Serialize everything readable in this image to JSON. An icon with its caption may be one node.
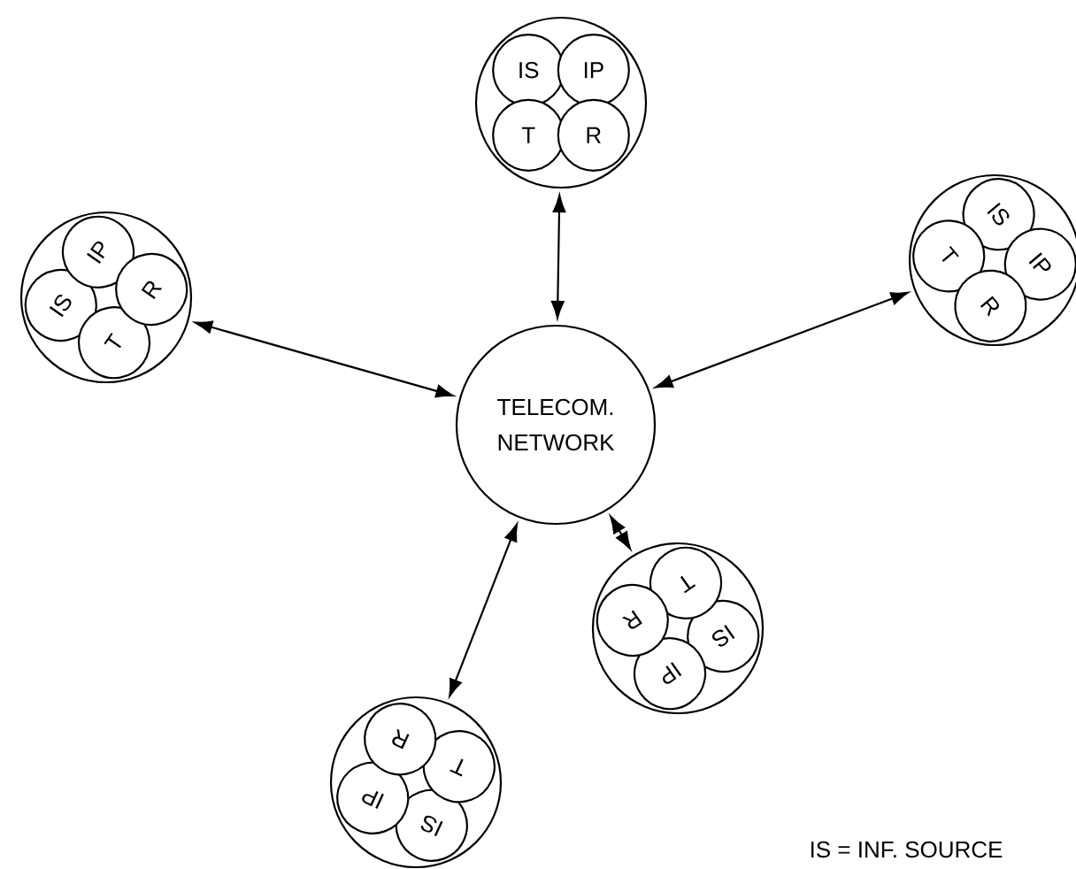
{
  "diagram": {
    "nodes": [
      {
        "text": [],
        "shape": "circle"
      },
      {
        "text": [
          "IS"
        ],
        "in": 0
      },
      {
        "text": [
          "IP"
        ],
        "in": 0
      },
      {
        "text": [
          "T"
        ],
        "in": 0
      },
      {
        "text": [
          "R"
        ],
        "in": 0
      },
      {
        "text": [],
        "shape": "circle"
      },
      {
        "text": [
          "IS"
        ],
        "in": 5
      },
      {
        "text": [
          "IP"
        ],
        "in": 5
      },
      {
        "text": [
          "T"
        ],
        "in": 5
      },
      {
        "text": [
          "R"
        ],
        "in": 5
      },
      {
        "text": [],
        "shape": "circle"
      },
      {
        "text": [
          "IS"
        ],
        "in": 10
      },
      {
        "text": [
          "IP"
        ],
        "in": 10
      },
      {
        "text": [
          "T"
        ],
        "in": 10
      },
      {
        "text": [
          "R"
        ],
        "in": 10
      },
      {
        "text": [
          "TELECOM. NETWORK"
        ]
      },
      {
        "text": [],
        "shape": "circle"
      },
      {
        "text": [
          "IS"
        ],
        "in": 16
      },
      {
        "text": [
          "IP"
        ],
        "in": 16
      },
      {
        "text": [
          "T"
        ],
        "in": 16
      },
      {
        "text": [
          "R"
        ],
        "in": 16
      },
      {
        "text": [],
        "shape": "circle"
      },
      {
        "text": [
          "IS"
        ],
        "in": 21
      },
      {
        "text": [
          "IP"
        ],
        "in": 21
      },
      {
        "text": [
          "T"
        ],
        "in": 21
      },
      {
        "text": [
          "R"
        ],
        "in": 21
      }
    ],
    "edges": [
      {
        "from": 0,
        "to": 15,
        "arrow": "both"
      },
      {
        "from": 5,
        "to": 15,
        "arrow": "both"
      },
      {
        "from": 10,
        "to": 15,
        "arrow": "both"
      },
      {
        "from": 16,
        "to": 15,
        "arrow": "both"
      },
      {
        "from": 21,
        "to": 15,
        "arrow": "both"
      }
    ],
    "labels": [
      "IS = INF. SOURCE"
    ]
  }
}
